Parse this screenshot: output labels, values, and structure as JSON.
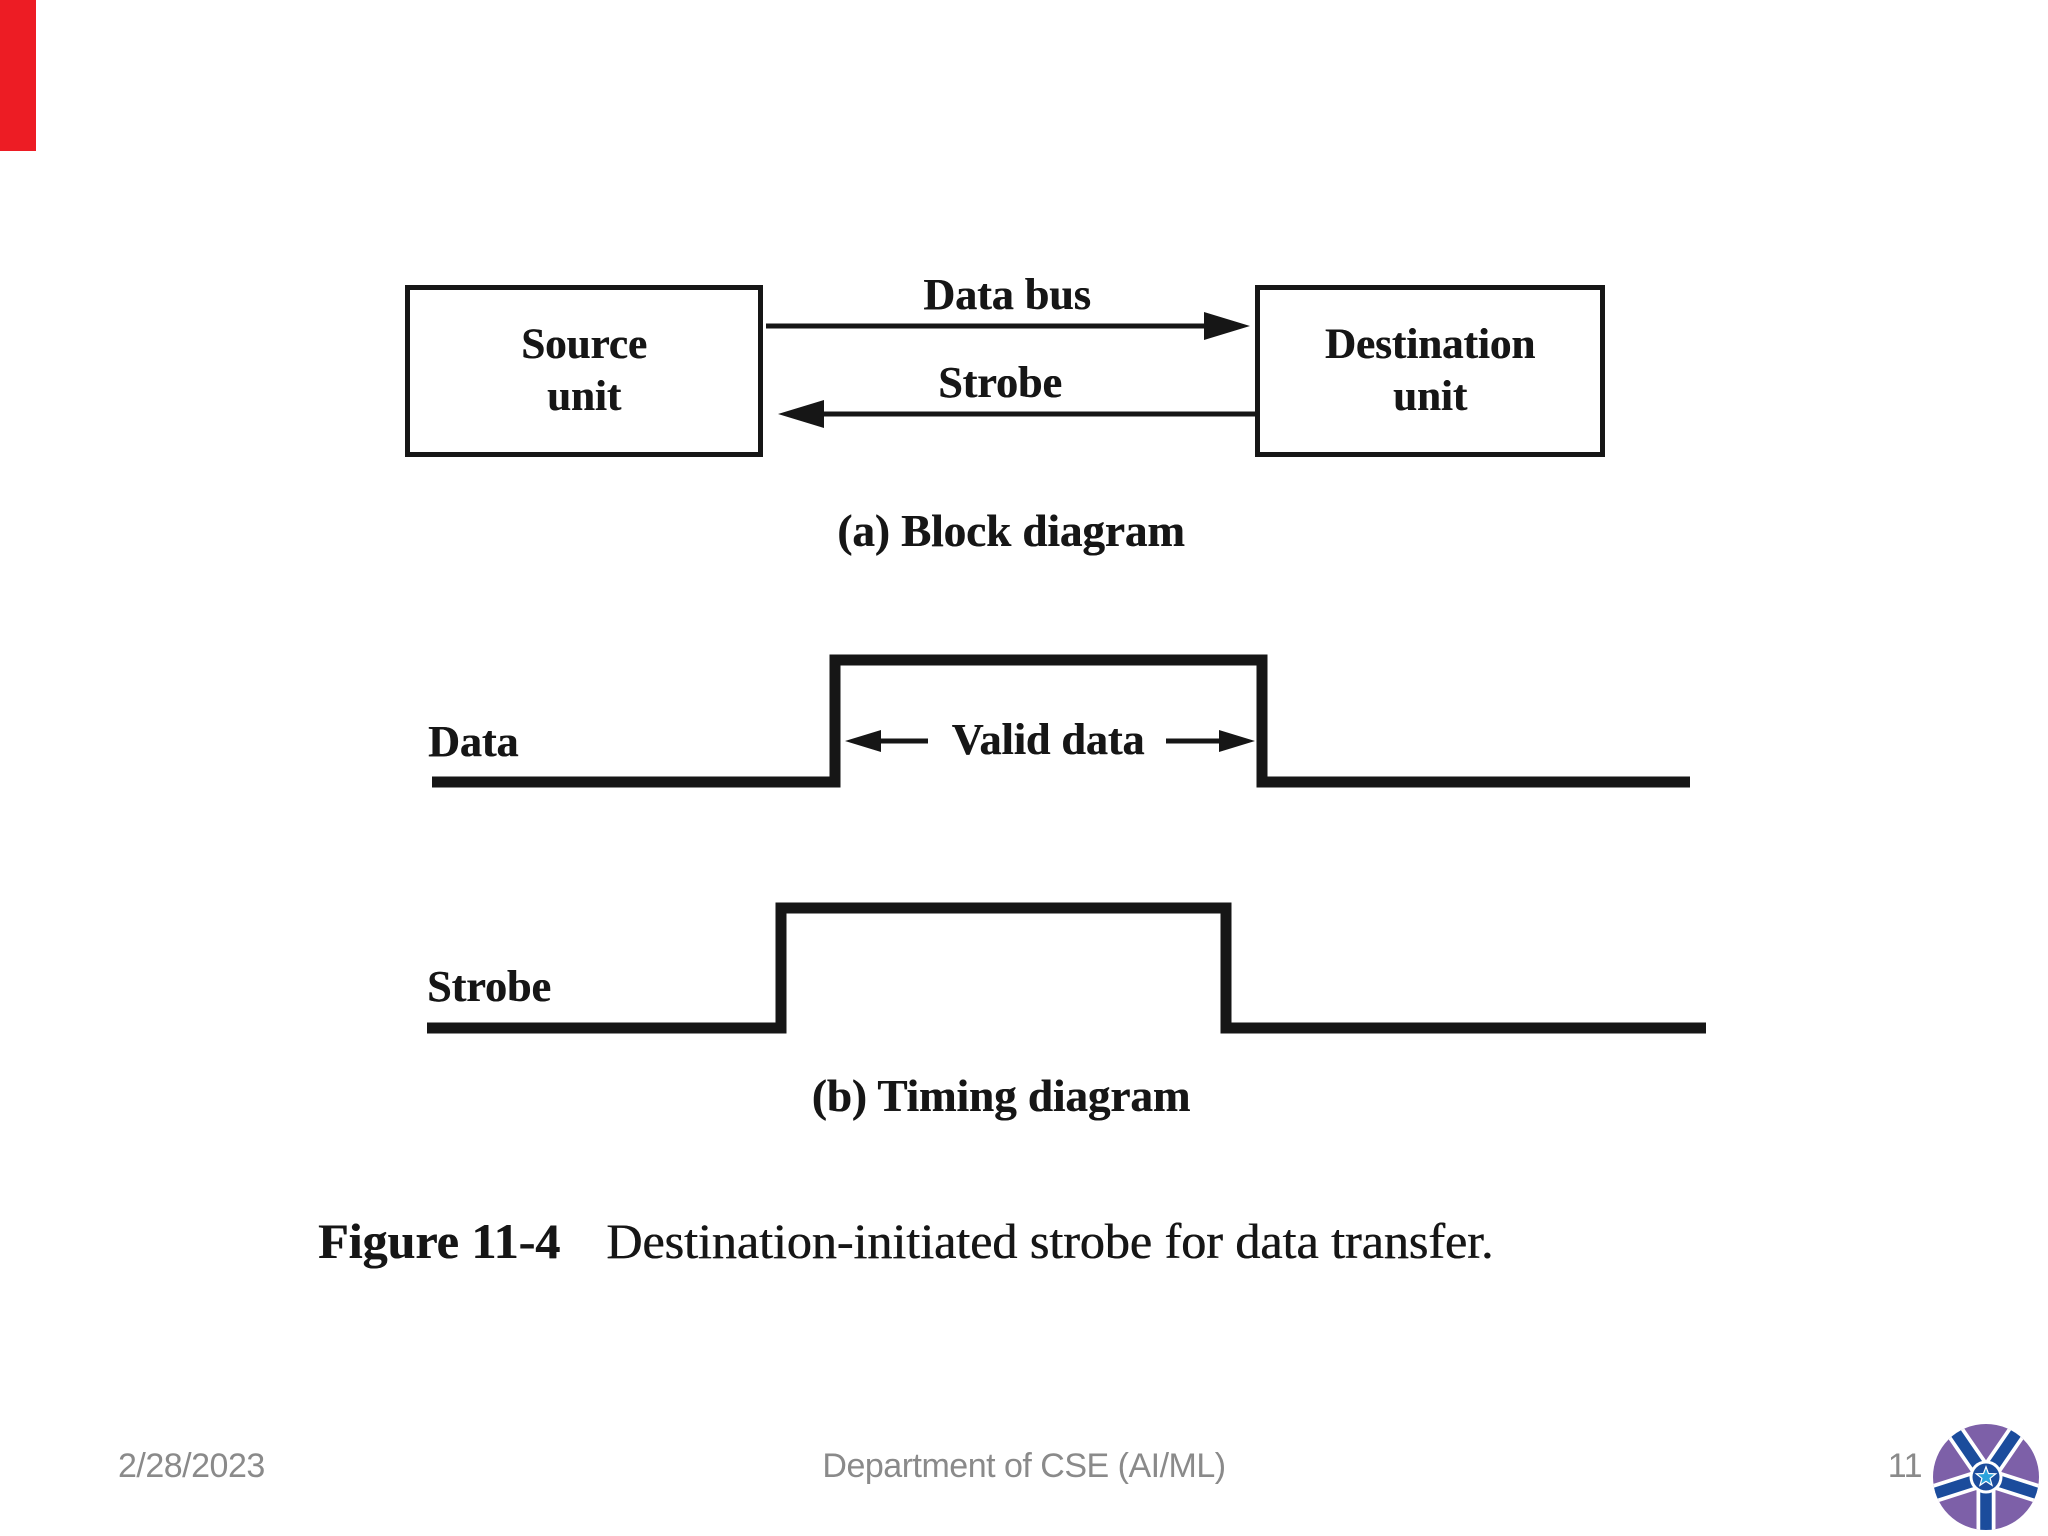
{
  "slide": {
    "background_color": "#ffffff",
    "accent_bar_color": "#ed1c24",
    "ink_color": "#161616",
    "footer_text_color": "#8a8a8a"
  },
  "figure": {
    "block_diagram": {
      "source_box": {
        "line1": "Source",
        "line2": "unit"
      },
      "destination_box": {
        "line1": "Destination",
        "line2": "unit"
      },
      "data_bus_label": "Data bus",
      "strobe_label": "Strobe",
      "caption": "(a) Block diagram"
    },
    "timing_diagram": {
      "data_signal_label": "Data",
      "strobe_signal_label": "Strobe",
      "valid_data_label": "Valid data",
      "caption": "(b) Timing diagram"
    },
    "caption": {
      "prefix": "Figure 11-4",
      "text": "Destination-initiated strobe for data transfer."
    }
  },
  "footer": {
    "date": "2/28/2023",
    "department": "Department of CSE (AI/ML)",
    "page_number": "11"
  },
  "logo": {
    "purple": "#7d60a8",
    "blue": "#1b4c9c",
    "star_blue": "#2ba3dc"
  }
}
